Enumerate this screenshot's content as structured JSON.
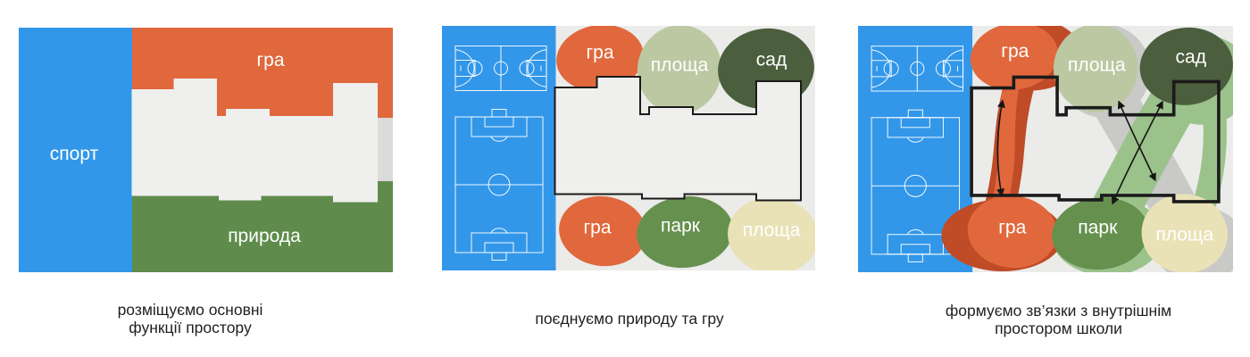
{
  "step1": {
    "caption": [
      "розміщуємо основні",
      "функції простору"
    ],
    "zone_sport": "спорт",
    "zone_play": "гра",
    "zone_nature": "природа"
  },
  "step2": {
    "caption": [
      "поєднуємо природу та гру"
    ],
    "blob_play_top": "гра",
    "blob_square_top": "площа",
    "blob_garden": "сад",
    "blob_play_bottom": "гра",
    "blob_park": "парк",
    "blob_square_bottom": "площа"
  },
  "step3": {
    "caption": [
      "формуємо зв’язки з внутрішнім",
      "простором школи"
    ],
    "blob_play_top": "гра",
    "blob_square_top": "площа",
    "blob_garden": "сад",
    "blob_play_bottom": "гра",
    "blob_park": "парк",
    "blob_square_bottom": "площа"
  },
  "colors": {
    "sport_blue": "#3297E9",
    "play_orange": "#E0683C",
    "play_dark_red": "#BF4B27",
    "nature_green": "#5F8C4C",
    "garden_dark_green": "#4B5E3D",
    "park_green": "#66904E",
    "square_sage": "#BCC8A2",
    "square_cream": "#E9E2B7",
    "halo_green": "#9CC28C",
    "halo_gray": "#C9C9C7",
    "panel_gray": "#EBEBEA",
    "building_fill": "#EFEFEE",
    "band_gray": "#DBDBDA",
    "outline_black": "#1B1B1B",
    "arrow_black": "#151515"
  }
}
